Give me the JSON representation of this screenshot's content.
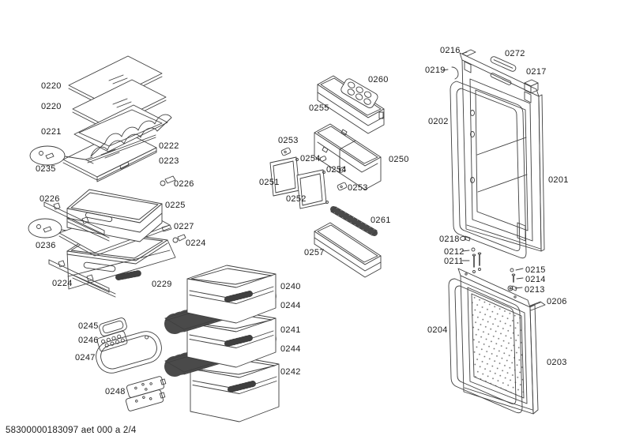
{
  "document": {
    "footer": "58300000183097 aet 000 a 2/4",
    "background_color": "#ffffff",
    "line_color": "#3f3f3f",
    "text_color": "#1a1a1a"
  },
  "labels": [
    {
      "text": "0220"
    },
    {
      "text": "0220"
    },
    {
      "text": "0221"
    },
    {
      "text": "0222"
    },
    {
      "text": "0223"
    },
    {
      "text": "0235"
    },
    {
      "text": "0226"
    },
    {
      "text": "0226"
    },
    {
      "text": "0225"
    },
    {
      "text": "0227"
    },
    {
      "text": "0236"
    },
    {
      "text": "0224"
    },
    {
      "text": "0224"
    },
    {
      "text": "0229"
    },
    {
      "text": "0245"
    },
    {
      "text": "0246"
    },
    {
      "text": "0247"
    },
    {
      "text": "0248"
    },
    {
      "text": "0240"
    },
    {
      "text": "0244"
    },
    {
      "text": "0241"
    },
    {
      "text": "0244"
    },
    {
      "text": "0242"
    },
    {
      "text": "0260"
    },
    {
      "text": "0255"
    },
    {
      "text": "0253"
    },
    {
      "text": "0254"
    },
    {
      "text": "0250"
    },
    {
      "text": "0254"
    },
    {
      "text": "0251"
    },
    {
      "text": "0253"
    },
    {
      "text": "0252"
    },
    {
      "text": "0261"
    },
    {
      "text": "0257"
    },
    {
      "text": "0216"
    },
    {
      "text": "0272"
    },
    {
      "text": "0219"
    },
    {
      "text": "0217"
    },
    {
      "text": "0202"
    },
    {
      "text": "0201"
    },
    {
      "text": "0218"
    },
    {
      "text": "0212"
    },
    {
      "text": "0211"
    },
    {
      "text": "0215"
    },
    {
      "text": "0214"
    },
    {
      "text": "0213"
    },
    {
      "text": "0206"
    },
    {
      "text": "0204"
    },
    {
      "text": "0203"
    }
  ]
}
